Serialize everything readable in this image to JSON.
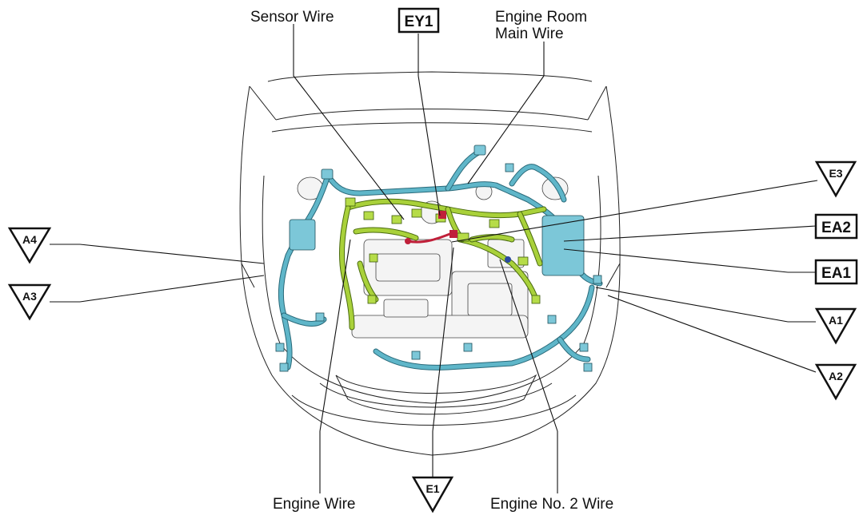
{
  "callouts": {
    "sensor_wire": "Sensor Wire",
    "engine_room_main_wire_line1": "Engine Room",
    "engine_room_main_wire_line2": "Main Wire",
    "engine_wire": "Engine Wire",
    "engine_no2_wire": "Engine No. 2 Wire"
  },
  "ground_points": {
    "ey1": "EY1",
    "ea2": "EA2",
    "ea1": "EA1"
  },
  "connector_markers": {
    "e3": "E3",
    "a4": "A4",
    "a3": "A3",
    "a1": "A1",
    "a2": "A2",
    "e1": "E1"
  },
  "colors": {
    "wire_blue": "#5fb6c9",
    "wire_green": "#a9d13a",
    "ground_red": "#c0203a",
    "outline": "#111111"
  }
}
